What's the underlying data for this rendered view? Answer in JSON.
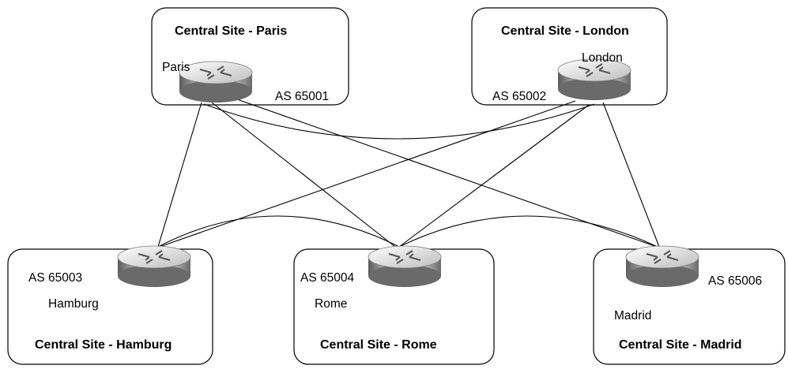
{
  "sites": [
    {
      "id": "paris",
      "title": "Central Site - Paris",
      "router_name": "Paris",
      "as_label": "AS 65001"
    },
    {
      "id": "london",
      "title": "Central Site - London",
      "router_name": "London",
      "as_label": "AS 65002"
    },
    {
      "id": "hamburg",
      "title": "Central Site - Hamburg",
      "router_name": "Hamburg",
      "as_label": "AS 65003"
    },
    {
      "id": "rome",
      "title": "Central Site - Rome",
      "router_name": "Rome",
      "as_label": "AS 65004"
    },
    {
      "id": "madrid",
      "title": "Central Site - Madrid",
      "router_name": "Madrid",
      "as_label": "AS 65006"
    }
  ],
  "links": [
    [
      "paris",
      "hamburg"
    ],
    [
      "paris",
      "rome"
    ],
    [
      "paris",
      "madrid"
    ],
    [
      "london",
      "hamburg"
    ],
    [
      "london",
      "rome"
    ],
    [
      "london",
      "madrid"
    ],
    [
      "paris",
      "london"
    ],
    [
      "hamburg",
      "rome"
    ],
    [
      "rome",
      "madrid"
    ]
  ],
  "icons": {
    "router": "router-icon"
  }
}
